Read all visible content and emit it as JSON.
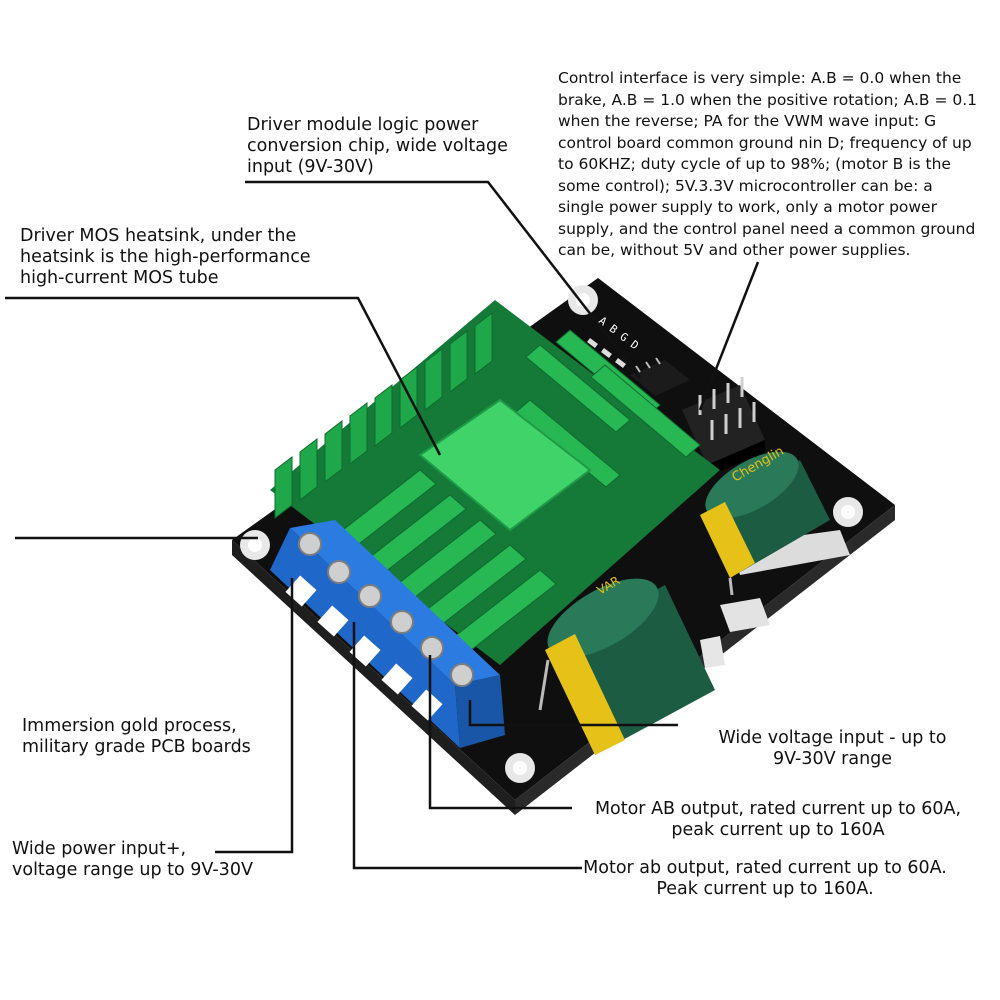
{
  "annotations": {
    "control_interface": "Control interface is very simple: A.B = 0.0 when the\nbrake, A.B = 1.0 when the positive rotation; A.B = 0.1\nwhen the reverse; PA for the VWM wave input: G\ncontrol board common ground nin D; frequency of up\nto 60KHZ; duty cycle of up to 98%; (motor B is the\nsome control); 5V.3.3V microcontroller can be: a\nsingle power supply to work, only a motor power\nsupply, and the control panel need a common ground\ncan be, without 5V and other power supplies.",
    "logic_power": "Driver module logic power\nconversion chip, wide voltage\ninput (9V-30V)",
    "heatsink": "Driver MOS heatsink, under the\nheatsink is the high-performance\nhigh-current MOS tube",
    "pcb": "Immersion gold process,\nmilitary grade PCB boards",
    "power_input": "Wide power input+,\nvoltage range up to 9V-30V",
    "voltage_input": "Wide voltage input - up to\n9V-30V range",
    "motor_AB": "Motor AB output, rated current up to 60A,\npeak current up to 160A",
    "motor_ab": "Motor ab output, rated current up to 60A.\nPeak current up to 160A."
  },
  "board": {
    "silkscreen": "A B G D",
    "capacitor_brand": "Chenglin",
    "capacitor_mark": "VAR",
    "colors": {
      "pcb": "#111111",
      "heatsink": "#1fa84a",
      "heatsink_light": "#3fd36a",
      "terminal": "#1f67c8",
      "capacitor": "#1c5c43",
      "capacitor_band": "#e6c219"
    }
  }
}
